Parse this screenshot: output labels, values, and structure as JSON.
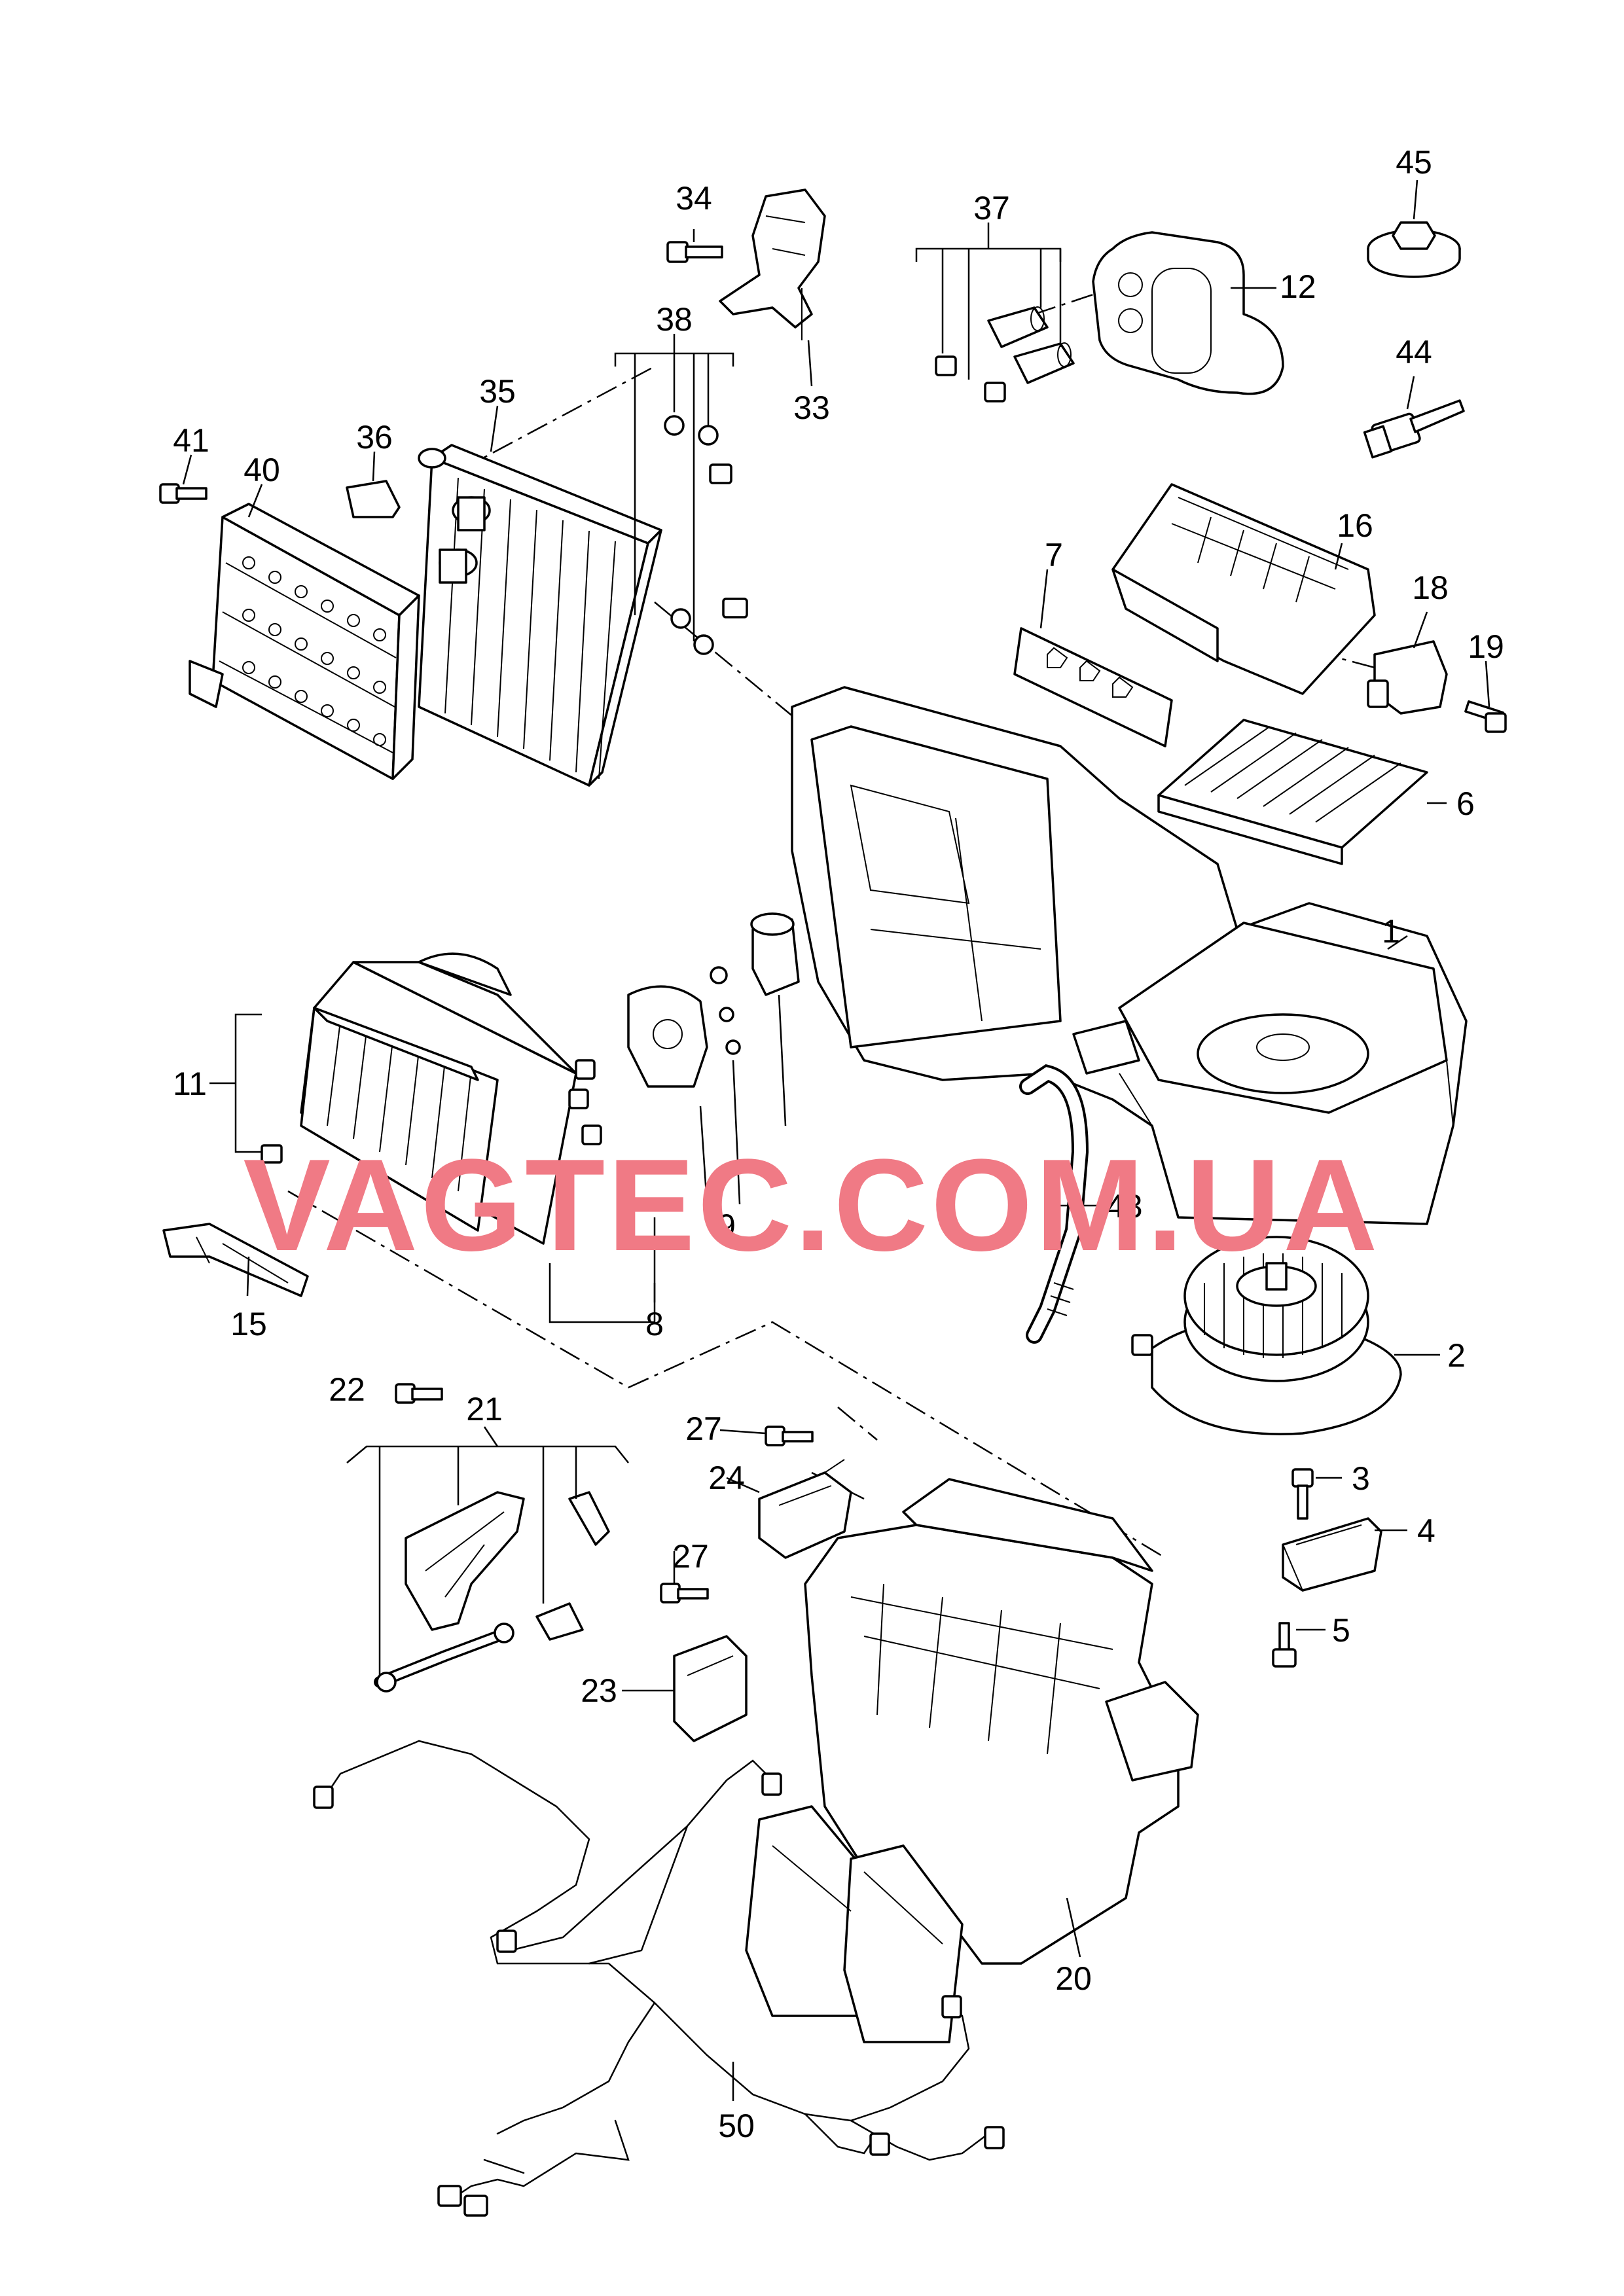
{
  "watermark": {
    "text": "VAGTEC.COM.UA",
    "color": "#f07a85"
  },
  "callouts": {
    "n1": "1",
    "n2": "2",
    "n3": "3",
    "n4": "4",
    "n5": "5",
    "n6": "6",
    "n7": "7",
    "n8": "8",
    "n9": "9",
    "n11": "11",
    "n12": "12",
    "n15": "15",
    "n16": "16",
    "n18": "18",
    "n19": "19",
    "n20": "20",
    "n21": "21",
    "n22": "22",
    "n23": "23",
    "n24": "24",
    "n27a": "27",
    "n27b": "27",
    "n33": "33",
    "n34": "34",
    "n35": "35",
    "n36": "36",
    "n37": "37",
    "n38": "38",
    "n40": "40",
    "n41": "41",
    "n43": "43",
    "n44": "44",
    "n45": "45",
    "n50": "50"
  },
  "colors": {
    "line": "#000000",
    "paper": "#ffffff",
    "watermark": "#f07a85"
  }
}
